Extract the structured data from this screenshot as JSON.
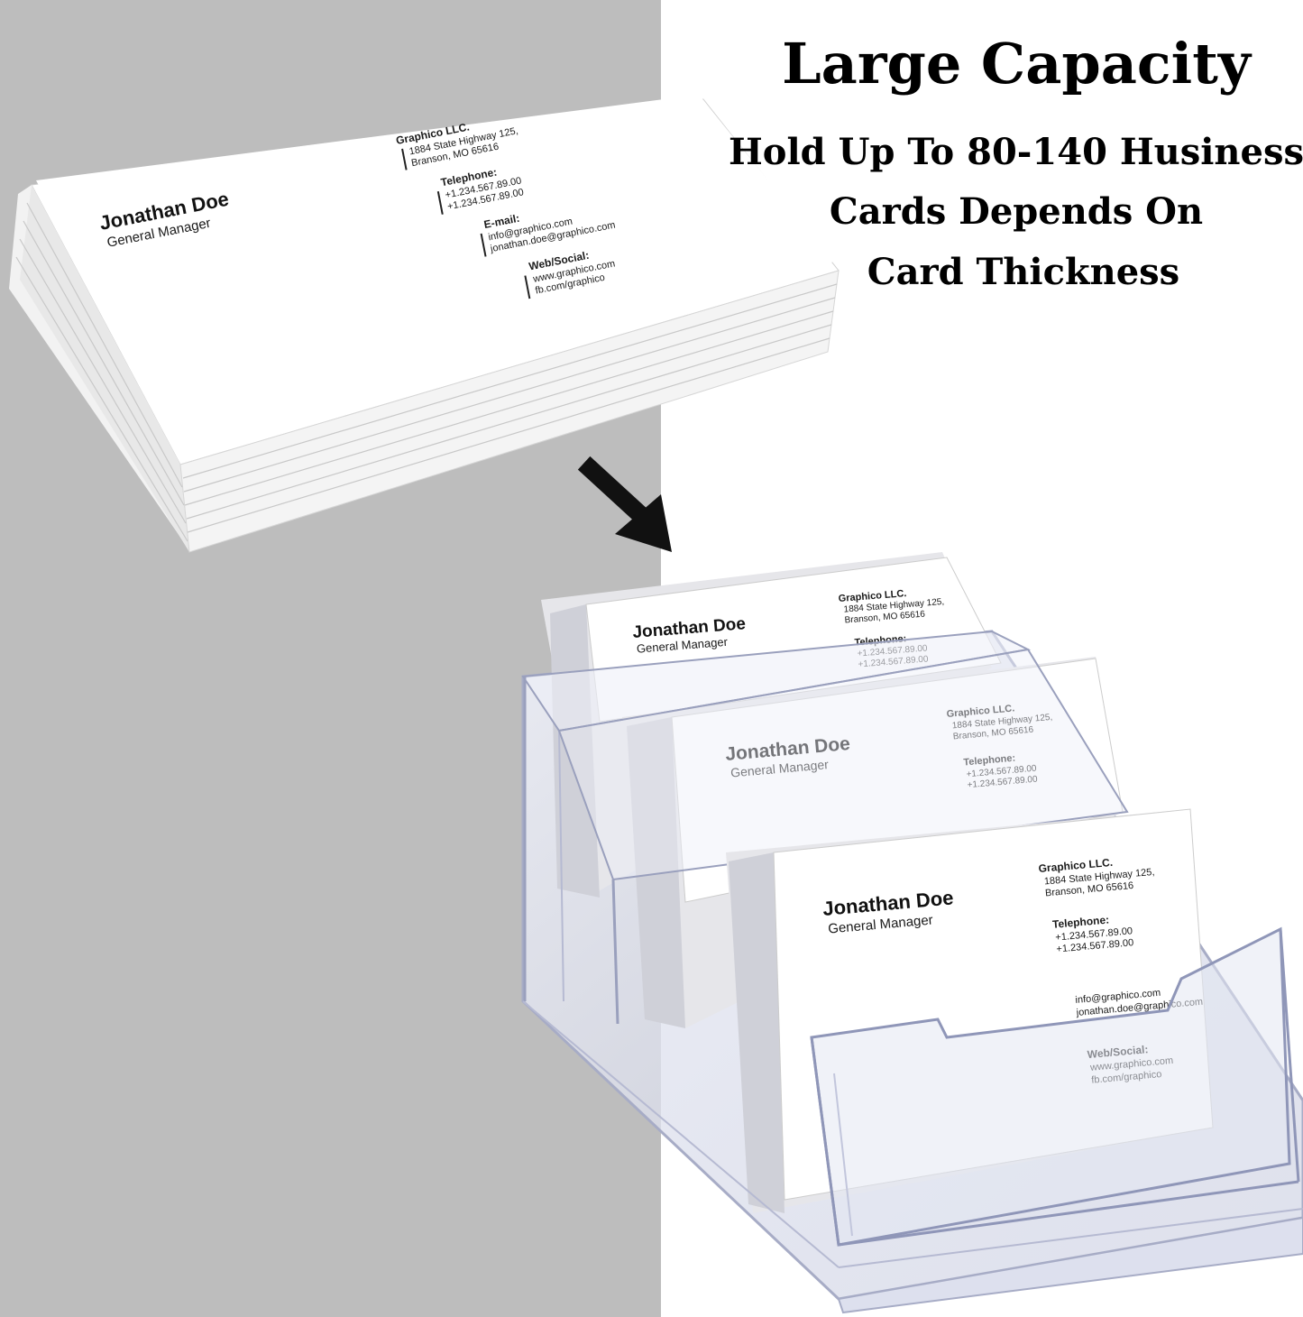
{
  "headline": {
    "title": "Large Capacity",
    "lines": [
      "Hold Up To 80-140 Husiness",
      "Cards Depends On",
      "Card Thickness"
    ]
  },
  "card": {
    "name": "Jonathan Doe",
    "role": "General Manager",
    "company": "Graphico LLC.",
    "address_1": "1884 State Highway 125,",
    "address_2": "Branson, MO 65616",
    "telephone_label": "Telephone:",
    "phone_1": "+1.234.567.89.00",
    "phone_2": "+1.234.567.89.00",
    "email_label": "E-mail:",
    "email_1": "info@graphico.com",
    "email_2": "jonathan.doe@graphico.com",
    "web_label": "Web/Social:",
    "web_1": "www.graphico.com",
    "web_2": "fb.com/graphico"
  },
  "colors": {
    "left_panel": "#bdbdbd",
    "background": "#ffffff",
    "arrow": "#111111",
    "acrylic_edge": "#9aa0bd"
  },
  "icons": [
    "arrow-down-right-icon"
  ]
}
